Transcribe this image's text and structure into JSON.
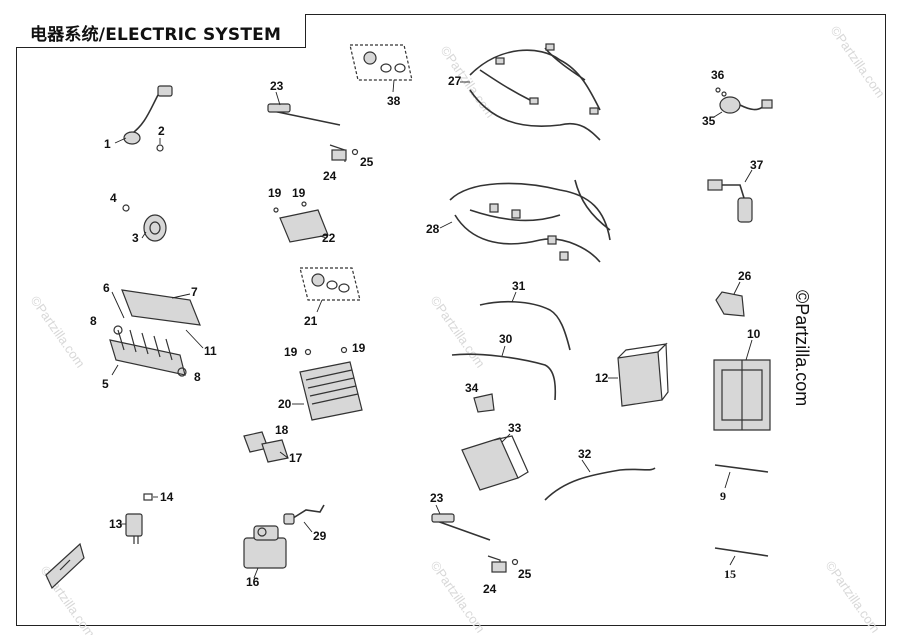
{
  "title": "电器系统/ELECTRIC SYSTEM",
  "watermark": "©Partzilla.com",
  "side_watermark": "©Partzilla.com",
  "callouts": [
    "1",
    "2",
    "3",
    "4",
    "5",
    "6",
    "7",
    "8",
    "8",
    "9",
    "10",
    "11",
    "12",
    "13",
    "14",
    "15",
    "16",
    "17",
    "18",
    "19",
    "19",
    "19",
    "19",
    "20",
    "21",
    "22",
    "23",
    "23",
    "24",
    "24",
    "25",
    "25",
    "26",
    "27",
    "28",
    "29",
    "30",
    "31",
    "32",
    "33",
    "34",
    "35",
    "36",
    "37",
    "38"
  ],
  "labels": {
    "c1": "1",
    "c2": "2",
    "c3": "3",
    "c4": "4",
    "c5": "5",
    "c6": "6",
    "c7": "7",
    "c8a": "8",
    "c8b": "8",
    "c9": "9",
    "c10": "10",
    "c11": "11",
    "c12": "12",
    "c13": "13",
    "c14": "14",
    "c15": "15",
    "c16": "16",
    "c17": "17",
    "c18": "18",
    "c19a": "19",
    "c19b": "19",
    "c19c": "19",
    "c19d": "19",
    "c20": "20",
    "c21": "21",
    "c22": "22",
    "c23a": "23",
    "c23b": "23",
    "c24a": "24",
    "c24b": "24",
    "c25a": "25",
    "c25b": "25",
    "c26": "26",
    "c27": "27",
    "c28": "28",
    "c29": "29",
    "c30": "30",
    "c31": "31",
    "c32": "32",
    "c33": "33",
    "c34": "34",
    "c35": "35",
    "c36": "36",
    "c37": "37",
    "c38": "38"
  },
  "colors": {
    "line": "#333333",
    "fill": "#d7d7d7",
    "frame": "#222222"
  }
}
